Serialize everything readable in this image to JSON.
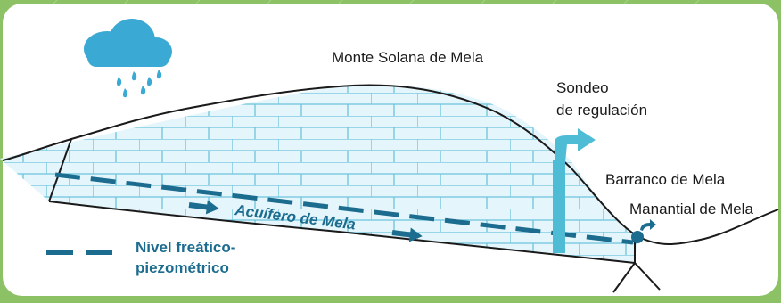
{
  "labels": {
    "monte": "Monte Solana de Mela",
    "sondeo_line1": "Sondeo",
    "sondeo_line2": "de regulación",
    "barranco": "Barranco de Mela",
    "manantial": "Manantial de Mela",
    "acuifero": "Acuífero de Mela"
  },
  "legend": {
    "line1": "Nivel freático-",
    "line2": "piezométrico"
  },
  "colors": {
    "background": "#8cc265",
    "panel": "#ffffff",
    "aquifer_fill": "#e4f5fb",
    "brick_lines": "#6cc3dc",
    "water_level": "#1b6c8f",
    "well": "#4fbcd6",
    "cloud": "#3aa9d3"
  }
}
